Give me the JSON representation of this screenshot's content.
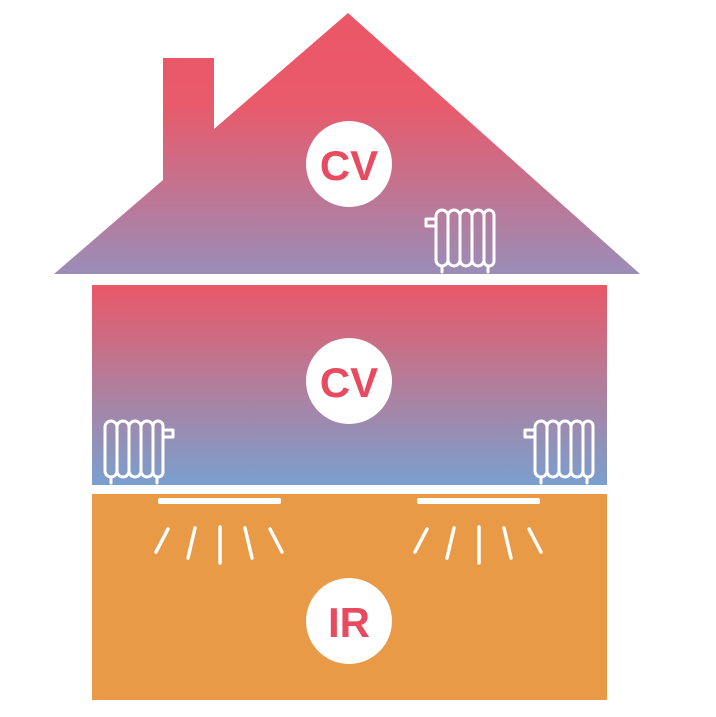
{
  "attic": {
    "label": "CV"
  },
  "middle_floor": {
    "label": "CV"
  },
  "ground_floor": {
    "label": "IR"
  },
  "colors": {
    "warm_top": "#ea5768",
    "cool_bottom_attic": "#9a8db8",
    "cool_bottom_middle": "#7a9fcf",
    "infrared_floor": "#e99a46",
    "label_text": "#e84a5f",
    "badge_fill": "#ffffff",
    "icon_stroke": "#ffffff"
  }
}
